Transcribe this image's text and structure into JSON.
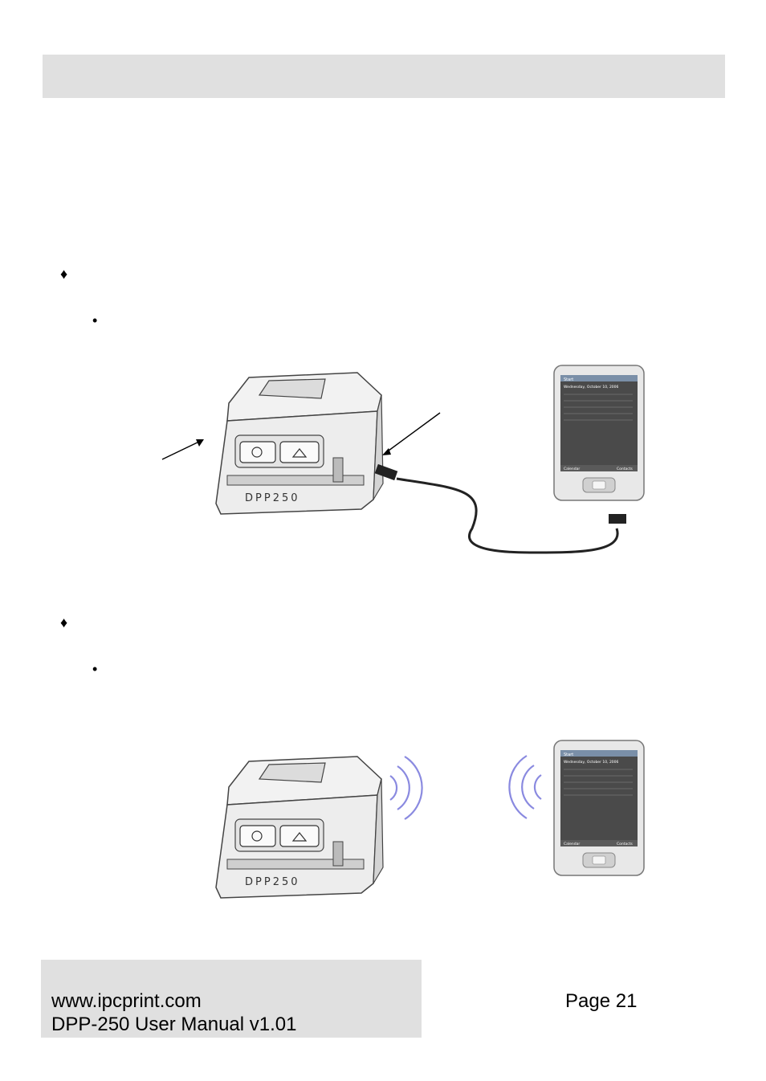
{
  "bullets": {
    "diamond": "♦",
    "dot": "•"
  },
  "figure_cable": {
    "printer_model": "DPP250"
  },
  "figure_wireless": {
    "printer_model": "DPP250"
  },
  "pda_screen": {
    "start": "Start",
    "date": "Wednesday, October 10, 2006",
    "softkey_left": "Calendar",
    "softkey_right": "Contacts"
  },
  "footer": {
    "website": "www.ipcprint.com",
    "manual": "DPP-250 User Manual v1.01",
    "page": "Page 21"
  }
}
